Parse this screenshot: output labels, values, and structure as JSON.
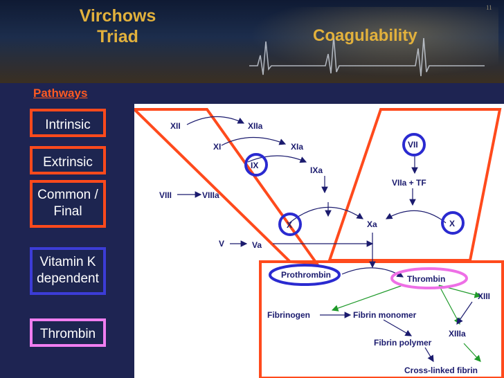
{
  "header": {
    "title": "Virchows\nTriad",
    "subtitle": "Coagulability",
    "slide_number": "11"
  },
  "sidebar": {
    "label": "Pathways",
    "items": [
      {
        "label": "Intrinsic",
        "color": "#ff4a1c"
      },
      {
        "label": "Extrinsic",
        "color": "#ff4a1c"
      },
      {
        "label": "Common /\nFinal",
        "color": "#ff4a1c"
      },
      {
        "label": "Vitamin K\ndependent",
        "color": "#3c3cd6"
      },
      {
        "label": "Thrombin",
        "color": "#f07ef0"
      }
    ]
  },
  "diagram": {
    "factors": {
      "xii": "XII",
      "xiia": "XIIa",
      "xi": "XI",
      "xia": "XIa",
      "ix": "IX",
      "ixa": "IXa",
      "viii": "VIII",
      "viiia": "VIIIa",
      "x_left": "X",
      "xa": "Xa",
      "x_right": "X",
      "v": "V",
      "va": "Va",
      "vii": "VII",
      "viia_tf": "VIIa + TF"
    },
    "cascade": {
      "prothrombin": "Prothrombin",
      "thrombin": "Thrombin",
      "fibrinogen": "Fibrinogen",
      "fibrin_monomer": "Fibrin monomer",
      "xiii": "XIII",
      "xiiia": "XIIIa",
      "fibrin_polymer": "Fibrin polymer",
      "cross_linked": "Cross-linked fibrin"
    },
    "colors": {
      "highlight_orange": "#ff4a1c",
      "highlight_blue": "#2a2ad0",
      "highlight_pink": "#ee6fe6",
      "text": "#1b1b6e",
      "arrow_green": "#1f9a2a"
    }
  }
}
